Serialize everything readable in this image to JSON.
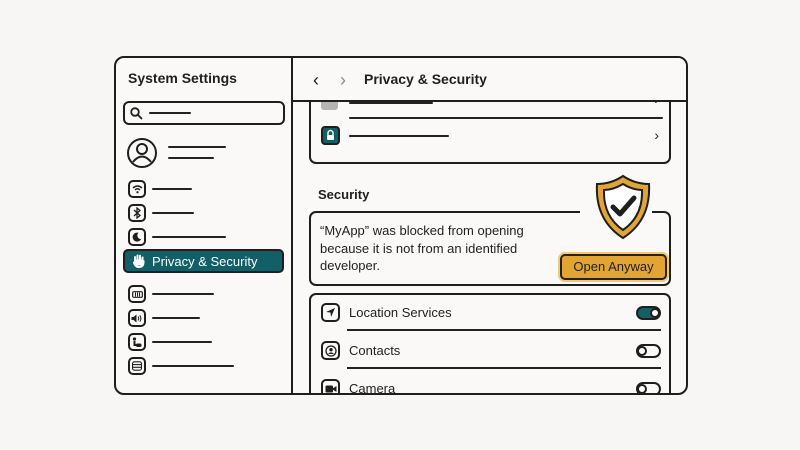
{
  "window": {
    "title": "System Settings"
  },
  "sidebar": {
    "title": "System Settings",
    "search": {
      "placeholder": ""
    },
    "items": [
      {
        "icon": "wifi-icon",
        "label": ""
      },
      {
        "icon": "bluetooth-icon",
        "label": ""
      },
      {
        "icon": "moon-icon",
        "label": ""
      },
      {
        "icon": "hand-icon",
        "label": "Privacy & Security",
        "active": true
      },
      {
        "icon": "battery-icon",
        "label": ""
      },
      {
        "icon": "speaker-icon",
        "label": ""
      },
      {
        "icon": "hand-pointer-icon",
        "label": ""
      },
      {
        "icon": "list-icon",
        "label": ""
      }
    ]
  },
  "toolbar": {
    "back": "‹",
    "forward": "›",
    "title": "Privacy & Security"
  },
  "top_card": {
    "chevron": "›"
  },
  "security": {
    "heading": "Security",
    "message": "“MyApp” was blocked from opening because it is not from an identified developer.",
    "button_label": "Open Anyway"
  },
  "permissions": [
    {
      "label": "Location Services",
      "icon": "location-arrow-icon",
      "enabled": true
    },
    {
      "label": "Contacts",
      "icon": "contacts-icon",
      "enabled": false
    },
    {
      "label": "Camera",
      "icon": "camera-icon",
      "enabled": false
    }
  ],
  "colors": {
    "accent": "#135f68",
    "warning": "#e2a534",
    "outline": "#1e1e1e",
    "background": "#f8f6f5"
  }
}
